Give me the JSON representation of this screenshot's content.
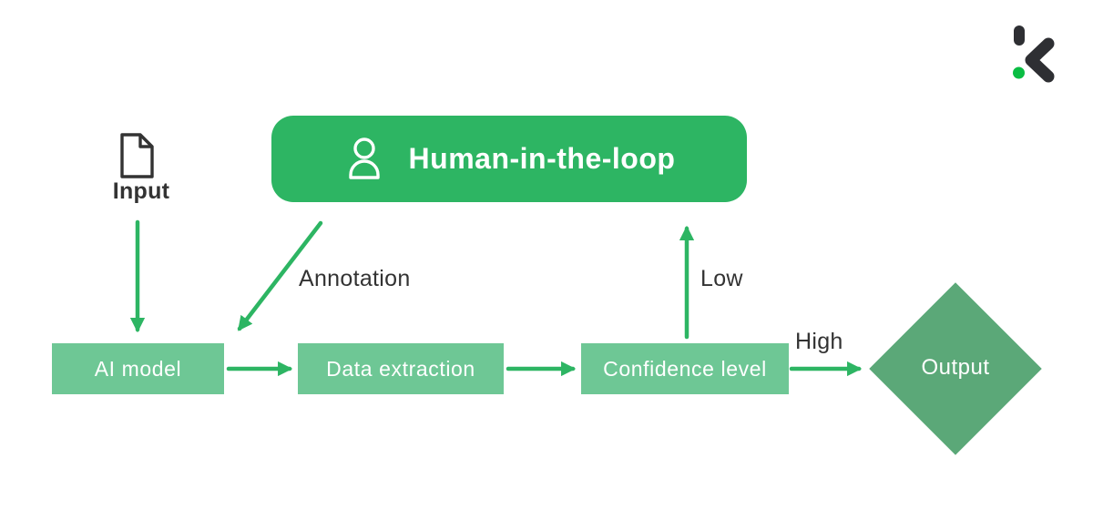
{
  "diagram": {
    "title": "Human-in-the-loop workflow diagram",
    "type": "flowchart"
  },
  "colors": {
    "brand_green": "#2db563",
    "light_green": "#6ec795",
    "sage_green": "#5ba878",
    "dark_text": "#333333",
    "logo_dark": "#2e2f33",
    "logo_dot": "#0abd43",
    "white": "#ffffff"
  },
  "nodes": {
    "input": {
      "label": "Input",
      "shape": "document-icon"
    },
    "human": {
      "label": "Human-in-the-loop",
      "shape": "rounded-pill",
      "icon": "person-icon"
    },
    "ai_model": {
      "label": "AI model",
      "shape": "rectangle"
    },
    "data_extraction": {
      "label": "Data extraction",
      "shape": "rectangle"
    },
    "confidence_level": {
      "label": "Confidence level",
      "shape": "rectangle"
    },
    "output": {
      "label": "Output",
      "shape": "diamond"
    }
  },
  "edges": [
    {
      "from": "input",
      "to": "ai_model",
      "label": ""
    },
    {
      "from": "human",
      "to": "ai_model",
      "label": "Annotation"
    },
    {
      "from": "ai_model",
      "to": "data_extraction",
      "label": ""
    },
    {
      "from": "data_extraction",
      "to": "confidence_level",
      "label": ""
    },
    {
      "from": "confidence_level",
      "to": "human",
      "label": "Low"
    },
    {
      "from": "confidence_level",
      "to": "output",
      "label": "High"
    }
  ],
  "edge_labels": {
    "annotation": "Annotation",
    "low": "Low",
    "high": "High"
  },
  "logo": {
    "name": "klippa-logo"
  }
}
